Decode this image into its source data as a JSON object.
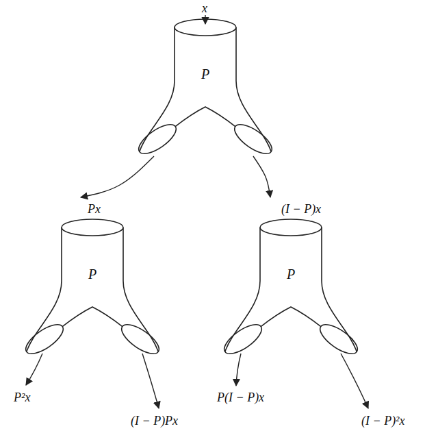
{
  "diagram": {
    "nodes": [
      {
        "text": [
          "P"
        ]
      },
      {
        "text": [
          "P"
        ]
      },
      {
        "text": [
          "P"
        ]
      }
    ],
    "edges": [
      {
        "from": 0,
        "to": 1,
        "arrow": "to"
      },
      {
        "from": 0,
        "to": 2,
        "arrow": "to"
      }
    ],
    "labels": [
      "x",
      "Px",
      "(I − P)x",
      "P²x",
      "(I − P)Px",
      "P(I − P)x",
      "(I − P)²x"
    ]
  }
}
